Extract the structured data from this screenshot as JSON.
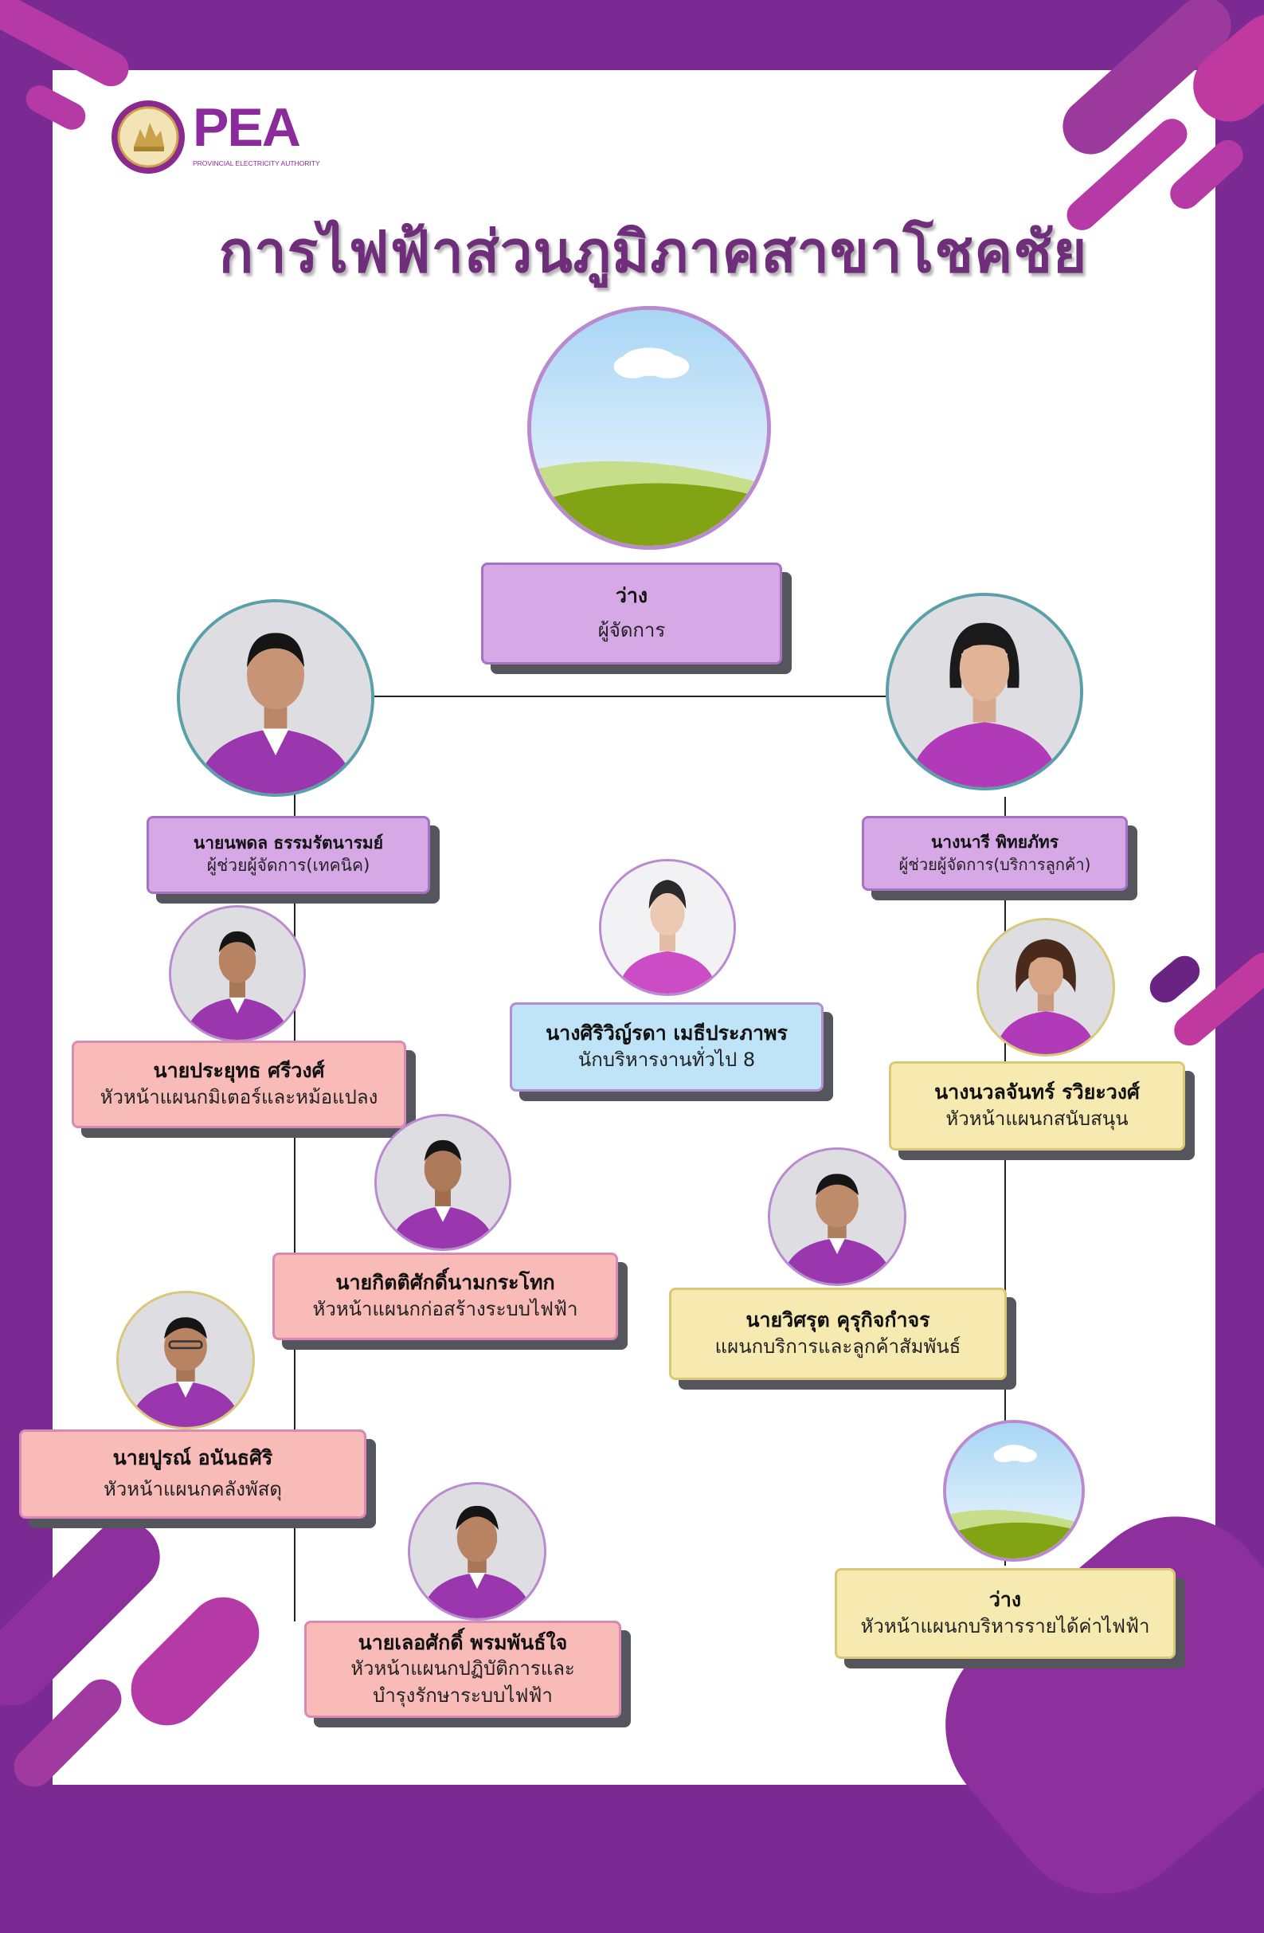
{
  "header": {
    "logo_text": "PEA",
    "logo_subtext": "PROVINCIAL ELECTRICITY AUTHORITY",
    "title": "การไฟฟ้าส่วนภูมิภาคสาขาโชคชัย"
  },
  "colors": {
    "frame": "#7b2a93",
    "accent_magenta": "#b63aa6",
    "title": "#6e2e7a",
    "box_purple": "#d6a8e6",
    "box_pink": "#f8bbb8",
    "box_blue": "#bfe3f7",
    "box_yellow": "#f7eab0"
  },
  "org": {
    "manager": {
      "name": "ว่าง",
      "position": "ผู้จัดการ",
      "photo": "placeholder-landscape-icon"
    },
    "asst_technical": {
      "name": "นายนพดล ธรรมรัตนารมย์",
      "position": "ผู้ช่วยผู้จัดการ(เทคนิค)",
      "photo": "person-photo"
    },
    "asst_customer": {
      "name": "นางนารี พิทยภัทร",
      "position": "ผู้ช่วยผู้จัดการ(บริการลูกค้า)",
      "photo": "person-photo"
    },
    "general_admin": {
      "name": "นางศิริวิญ์รดา เมธีประภาพร",
      "position": "นักบริหารงานทั่วไป 8",
      "photo": "person-photo"
    },
    "meter_head": {
      "name": "นายประยุทธ ศรีวงศ์",
      "position": "หัวหน้าแผนกมิเตอร์และหม้อแปลง",
      "photo": "person-photo"
    },
    "construction_head": {
      "name": "นายกิตติศักดิ์นามกระโทก",
      "position": "หัวหน้าแผนกก่อสร้างระบบไฟฟ้า",
      "photo": "person-photo"
    },
    "warehouse_head": {
      "name": "นายปูรณ์  อนันธศิริ",
      "position": "หัวหน้าแผนกคลังพัสดุ",
      "photo": "person-photo"
    },
    "operations_head": {
      "name": "นายเลอศักดิ์ พรมพันธ์ใจ",
      "position_line1": "หัวหน้าแผนกปฏิบัติการและ",
      "position_line2": "บำรุงรักษาระบบไฟฟ้า",
      "photo": "person-photo"
    },
    "support_head": {
      "name": "นางนวลจันทร์ รวิยะวงศ์",
      "position": "หัวหน้าแผนกสนับสนุน",
      "photo": "person-photo"
    },
    "customer_service": {
      "name": "นายวิศรุต คุรุกิจกำจร",
      "position": "แผนกบริการและลูกค้าสัมพันธ์",
      "photo": "person-photo"
    },
    "revenue_head": {
      "name": "ว่าง",
      "position": "หัวหน้าแผนกบริหารรายได้ค่าไฟฟ้า",
      "photo": "placeholder-landscape-icon"
    }
  }
}
